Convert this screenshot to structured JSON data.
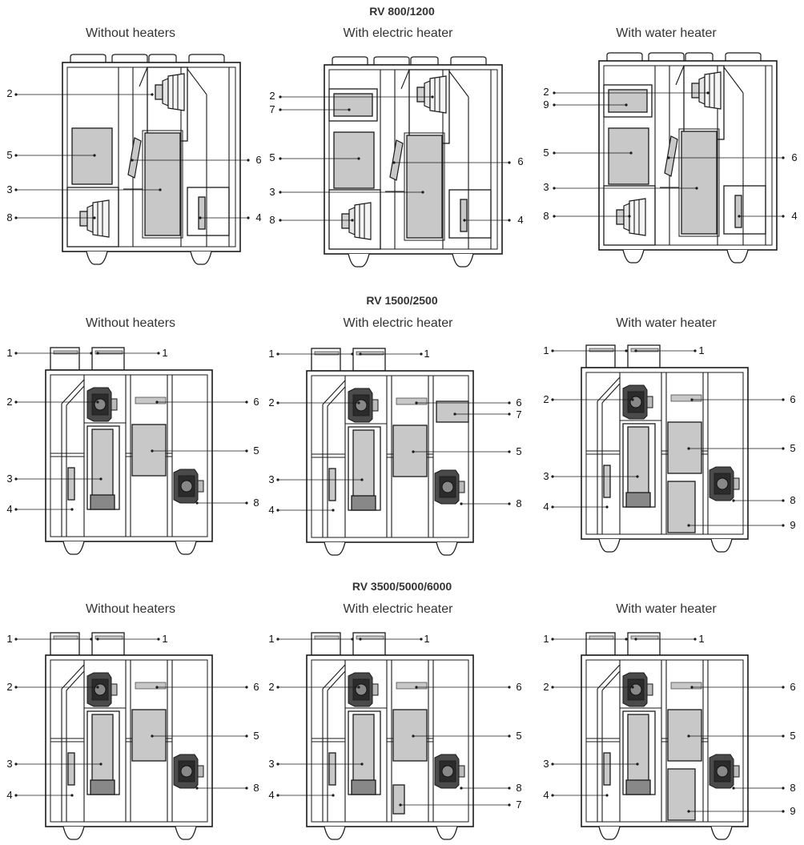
{
  "sections": [
    {
      "title": "RV 800/1200",
      "panels": [
        {
          "title": "Without heaters",
          "callouts": {
            "left": [
              "2",
              "5",
              "3",
              "8"
            ],
            "right": [
              "6",
              "4"
            ]
          }
        },
        {
          "title": "With electric heater",
          "callouts": {
            "left": [
              "2",
              "7",
              "5",
              "3",
              "8"
            ],
            "right": [
              "6",
              "4"
            ]
          }
        },
        {
          "title": "With water heater",
          "callouts": {
            "left": [
              "2",
              "9",
              "5",
              "3",
              "8"
            ],
            "right": [
              "6",
              "4"
            ]
          }
        }
      ]
    },
    {
      "title": "RV 1500/2500",
      "panels": [
        {
          "title": "Without heaters",
          "callouts": {
            "left": [
              "1",
              "2",
              "3",
              "4"
            ],
            "right": [
              "1",
              "6",
              "5",
              "8"
            ]
          }
        },
        {
          "title": "With electric heater",
          "callouts": {
            "left": [
              "1",
              "2",
              "3",
              "4"
            ],
            "right": [
              "1",
              "6",
              "7",
              "5",
              "8"
            ]
          }
        },
        {
          "title": "With water heater",
          "callouts": {
            "left": [
              "1",
              "2",
              "3",
              "4"
            ],
            "right": [
              "1",
              "6",
              "5",
              "8",
              "9"
            ]
          }
        }
      ]
    },
    {
      "title": "RV 3500/5000/6000",
      "panels": [
        {
          "title": "Without heaters",
          "callouts": {
            "left": [
              "1",
              "2",
              "3",
              "4"
            ],
            "right": [
              "1",
              "6",
              "5",
              "8"
            ]
          }
        },
        {
          "title": "With electric heater",
          "callouts": {
            "left": [
              "1",
              "2",
              "3",
              "4"
            ],
            "right": [
              "1",
              "6",
              "5",
              "8",
              "7"
            ]
          }
        },
        {
          "title": "With water heater",
          "callouts": {
            "left": [
              "1",
              "2",
              "3",
              "4"
            ],
            "right": [
              "1",
              "6",
              "5",
              "8",
              "9"
            ]
          }
        }
      ]
    }
  ],
  "colors": {
    "line": "#1a1a1a",
    "fill": "#c8c8c8",
    "fan": "#4a4a4a"
  }
}
